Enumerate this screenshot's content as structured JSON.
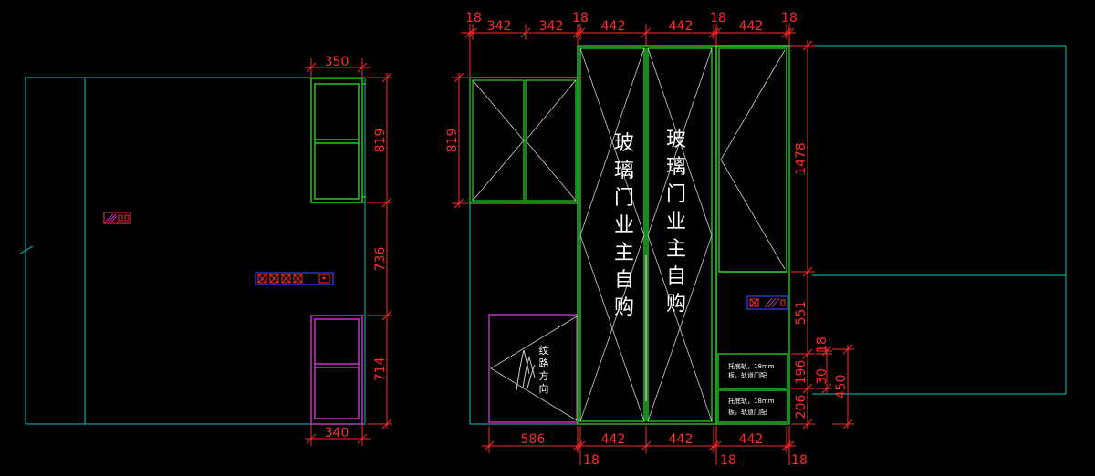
{
  "colors": {
    "background": "#000000",
    "outline": "#00c8c8",
    "cabinet": "#22c822",
    "dimension": "#ff2a2a",
    "text": "#ffffff",
    "magenta": "#c832c8",
    "socket_border": "#3c3cff"
  },
  "left_elevation": {
    "dim_top": "350",
    "dim_upper": "819",
    "dim_middle": "736",
    "dim_lower": "714",
    "dim_bottom": "340"
  },
  "right_elevation": {
    "top_dims": [
      "18",
      "342",
      "342",
      "18",
      "442",
      "442",
      "18",
      "442",
      "18"
    ],
    "bottom_dims": [
      "586",
      "18",
      "442",
      "442",
      "18",
      "442",
      "18"
    ],
    "left_dim": "819",
    "right_dims": {
      "d1478": "1478",
      "d551": "551",
      "d18": "18",
      "d196": "196",
      "d30": "30",
      "d450": "450",
      "d206": "206"
    },
    "glass_label_1": [
      "玻",
      "璃",
      "门",
      "业",
      "主",
      "自",
      "购"
    ],
    "glass_label_2": [
      "玻",
      "璃",
      "门",
      "业",
      "主",
      "自",
      "购"
    ],
    "grain_label": [
      "纹",
      "路",
      "方",
      "向"
    ],
    "drawer_note_1": [
      "托底轨，18mm",
      "板，轨道门配"
    ],
    "drawer_note_2": [
      "托底轨，18mm",
      "板，轨道门配"
    ]
  }
}
